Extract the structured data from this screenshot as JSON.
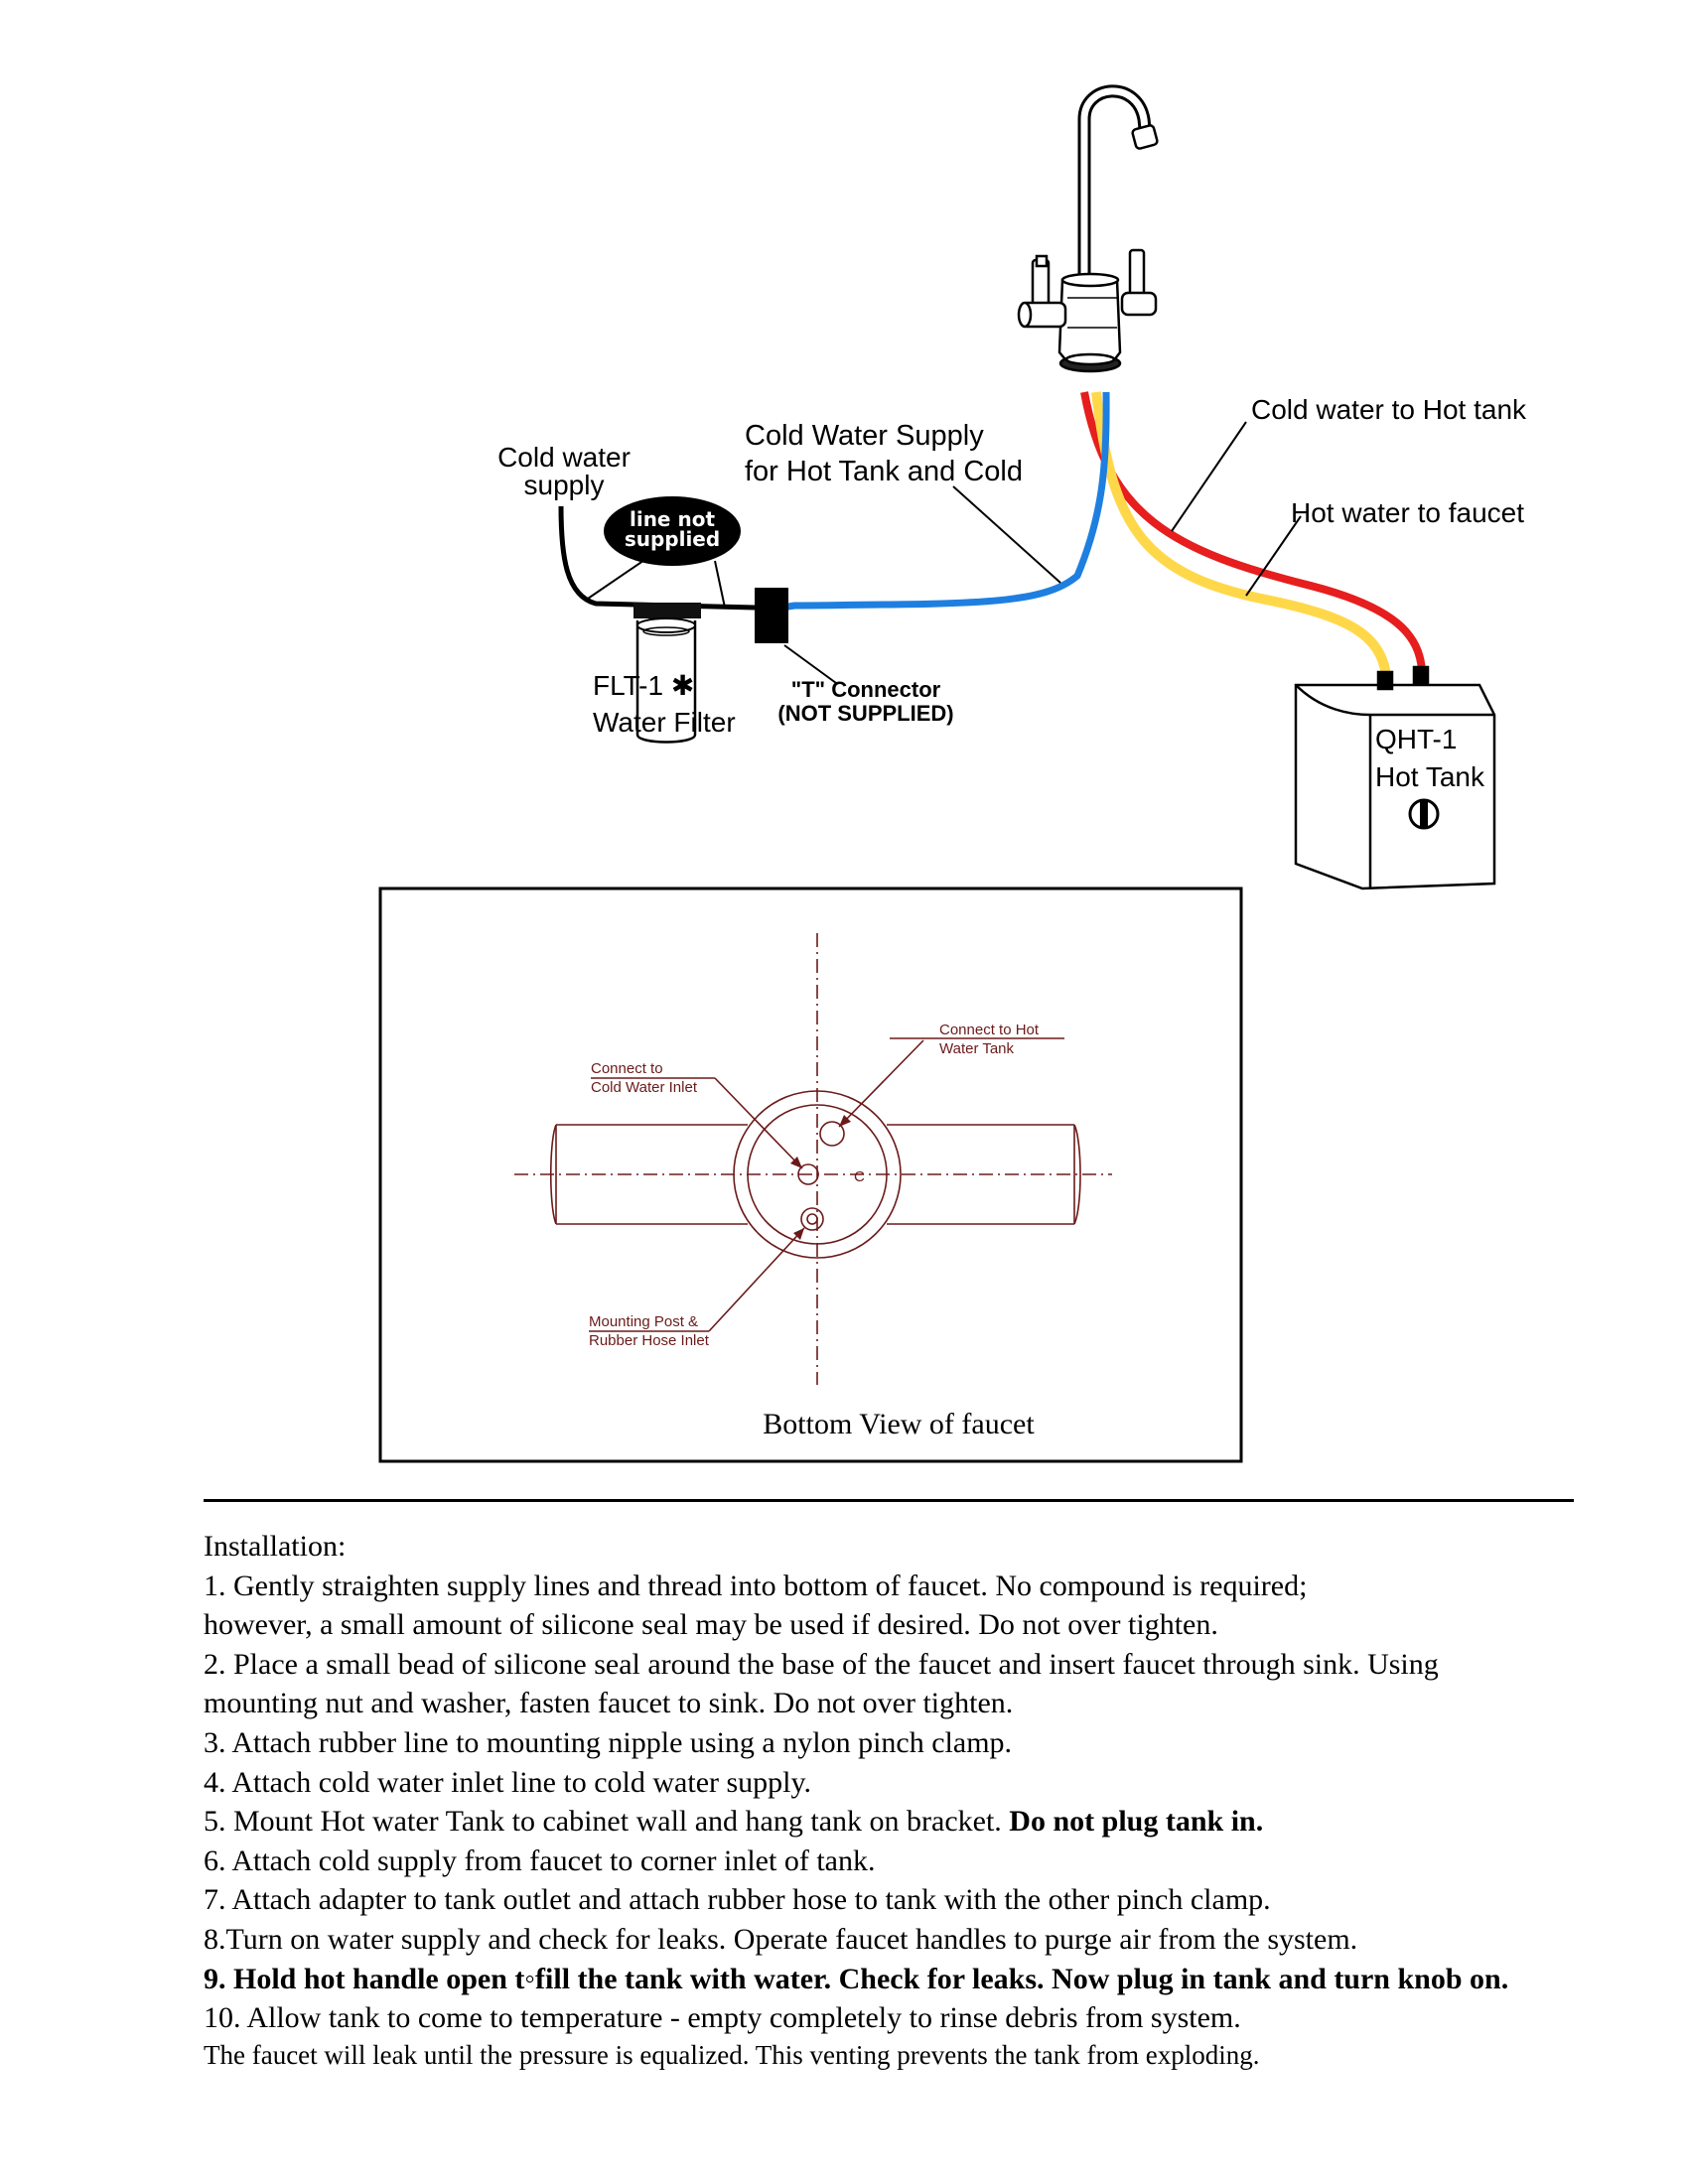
{
  "diagram": {
    "labels": {
      "cold_water_supply_l1": "Cold water",
      "cold_water_supply_l2": "supply",
      "line_not_supplied_l1": "line not",
      "line_not_supplied_l2": "supplied",
      "cold_supply_hot_tank_l1": "Cold Water Supply",
      "cold_supply_hot_tank_l2": "for Hot Tank and Cold",
      "cold_to_hot_tank": "Cold water to Hot tank",
      "hot_to_faucet": "Hot water to faucet",
      "filter_l1": "FLT-1 ✱",
      "filter_l2": "Water Filter",
      "t_connector_l1": "\"T\" Connector",
      "t_connector_l2": "(NOT SUPPLIED)",
      "tank_l1": "QHT-1",
      "tank_l2": "Hot Tank"
    },
    "colors": {
      "cold_line": "#1e7fe0",
      "hot_line": "#ffd84a",
      "red_line": "#e61e1e",
      "bottom_view_ink": "#6b1a1a"
    },
    "bottom_view": {
      "caption": "Bottom View of faucet",
      "connect_hot_l1": "Connect to Hot",
      "connect_hot_l2": "Water Tank",
      "connect_cold_l1": "Connect to",
      "connect_cold_l2": "Cold Water Inlet",
      "mounting_l1": "Mounting Post &",
      "mounting_l2": "Rubber Hose Inlet",
      "c_mark": "C"
    }
  },
  "instructions": {
    "heading": "Installation:",
    "step1_l1": "1. Gently straighten supply lines and thread into bottom of faucet. No compound is required;",
    "step1_l2": "however, a small amount of silicone seal may be used if desired. Do not over tighten.",
    "step2_l1": "2. Place a small bead of silicone seal around the base of the faucet and insert faucet through sink. Using",
    "step2_l2": "mounting nut and washer, fasten faucet to sink. Do not over tighten.",
    "step3": "3. Attach rubber line to mounting nipple using a nylon pinch clamp.",
    "step4": "4. Attach cold water inlet line to cold water supply.",
    "step5": "5. Mount Hot water Tank to cabinet wall and hang tank on bracket.",
    "step5_bold": "Do not plug tank in.",
    "step6": "6. Attach cold supply from faucet to corner inlet of tank.",
    "step7": "7. Attach adapter to tank outlet and attach rubber hose to tank with the other pinch clamp.",
    "step8": "8.Turn on water supply and check for leaks. Operate faucet handles to purge air from the system.",
    "step9": "9. Hold hot handle open t◦fill the tank with water. Check for leaks. Now plug in tank and turn knob on.",
    "step10": "10. Allow tank to come to temperature - empty completely to rinse debris from system.",
    "note": "The faucet will leak until the pressure is equalized. This venting prevents the tank from exploding."
  }
}
